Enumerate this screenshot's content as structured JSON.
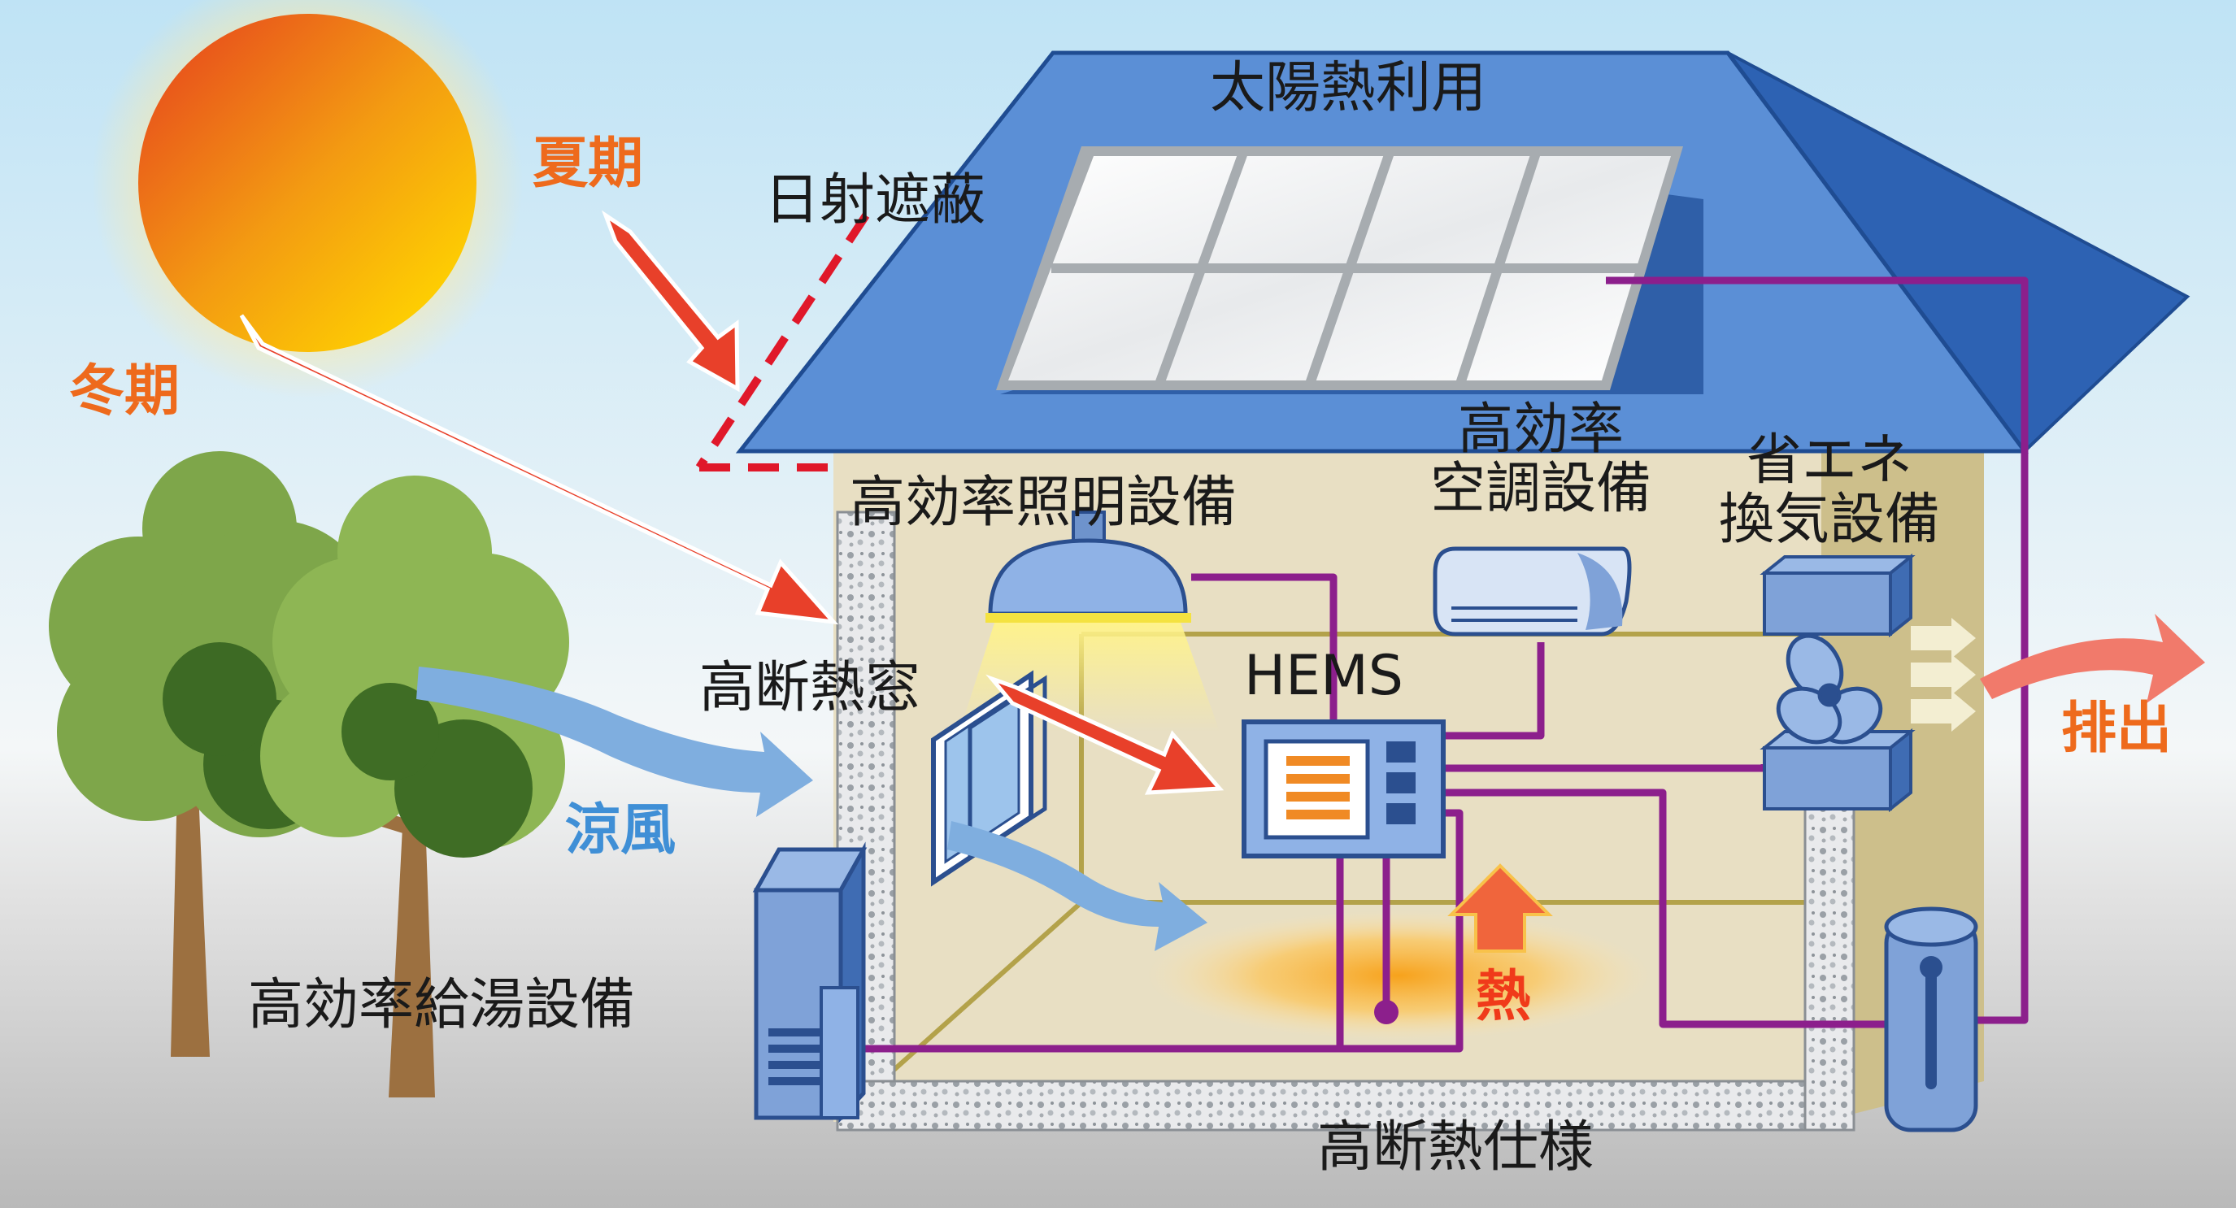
{
  "labels": {
    "solar_heat": "太陽熱利用",
    "summer": "夏期",
    "winter": "冬期",
    "shading": "日射遮蔽",
    "lighting": "高効率照明設備",
    "aircon_line1": "高効率",
    "aircon_line2": "空調設備",
    "ventilation_line1": "省エネ",
    "ventilation_line2": "換気設備",
    "window": "高断熱窓",
    "hems": "HEMS",
    "cool_breeze": "涼風",
    "exhaust": "排出",
    "water_heater": "高効率給湯設備",
    "heat": "熱",
    "insulation": "高断熱仕様"
  },
  "colors": {
    "sky_top": "#bfe3f5",
    "ground": "#c4c4c4",
    "roof": "#5b8fd6",
    "roof_dark": "#2d62b3",
    "wall": "#e6ddc1",
    "pipe": "#8c1f8c",
    "arrow_red": "#e8402a",
    "arrow_blue": "#6fa3da",
    "label_orange": "#ee6a1c",
    "label_blue": "#3f8fd6",
    "label_red": "#f03a1a",
    "tree_green": "#5e8f34",
    "trunk": "#9c7040"
  },
  "icons": [
    "sun-icon",
    "tree-icon",
    "solar-panel-icon",
    "ceiling-light-icon",
    "air-conditioner-icon",
    "ventilation-fan-icon",
    "hems-controller-icon",
    "water-heater-icon",
    "window-icon"
  ]
}
